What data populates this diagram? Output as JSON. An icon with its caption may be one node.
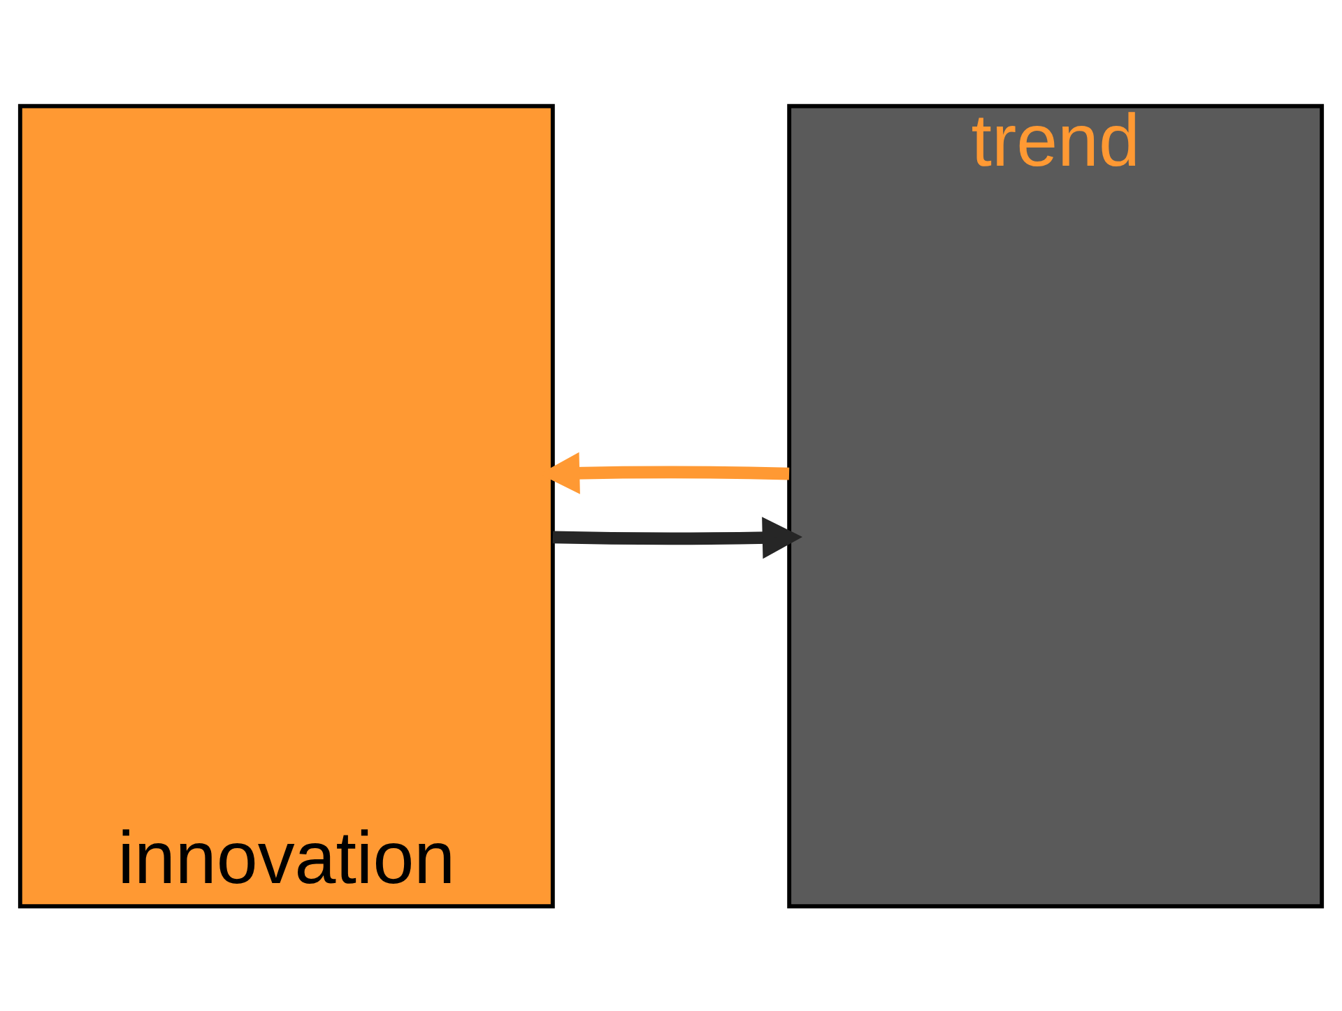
{
  "diagram": {
    "nodes": [
      {
        "text": [
          "innovation"
        ]
      },
      {
        "text": [
          "trend"
        ]
      }
    ],
    "edges": [
      {
        "from": 1,
        "to": 0,
        "arrow": "to",
        "color": "#ff9933"
      },
      {
        "from": 0,
        "to": 1,
        "arrow": "to",
        "color": "#262626"
      }
    ]
  }
}
